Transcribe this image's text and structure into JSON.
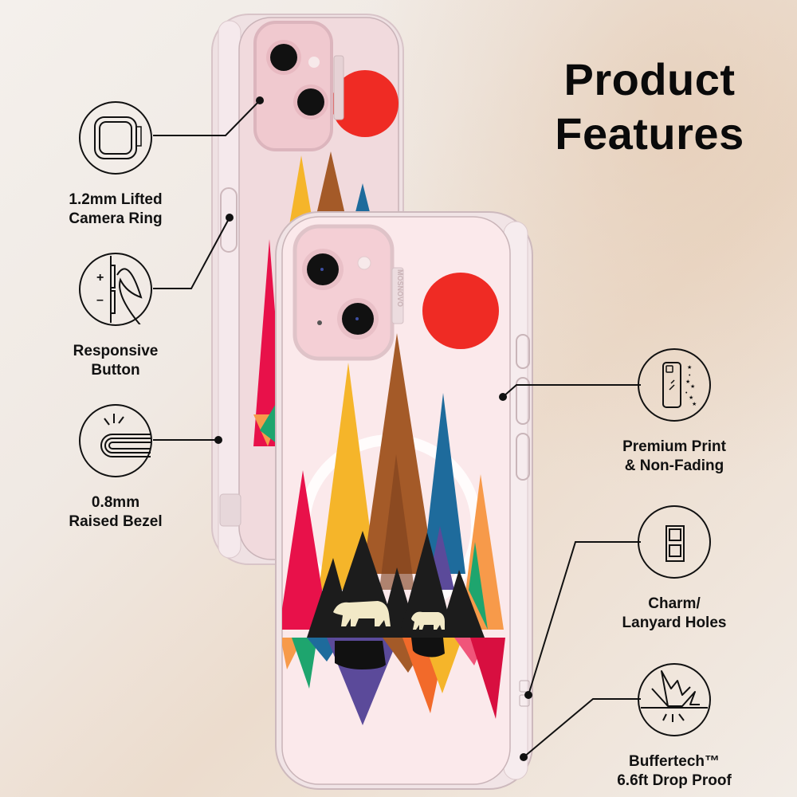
{
  "header": {
    "title_line1": "Product",
    "title_line2": "Features"
  },
  "brand": {
    "name": "MOSNOVO"
  },
  "features_left": [
    {
      "id": "camera-ring",
      "icon": "camera-ring-icon",
      "line1": "1.2mm Lifted",
      "line2": "Camera Ring"
    },
    {
      "id": "responsive-button",
      "icon": "responsive-button-icon",
      "line1": "Responsive",
      "line2": "Button"
    },
    {
      "id": "raised-bezel",
      "icon": "raised-bezel-icon",
      "line1": "0.8mm",
      "line2": "Raised Bezel"
    }
  ],
  "features_right": [
    {
      "id": "premium-print",
      "icon": "premium-print-icon",
      "line1": "Premium Print",
      "line2": "& Non-Fading"
    },
    {
      "id": "lanyard-holes",
      "icon": "lanyard-holes-icon",
      "line1": "Charm/",
      "line2": "Lanyard Holes"
    },
    {
      "id": "drop-proof",
      "icon": "drop-proof-icon",
      "line1": "Buffertech™",
      "line2": "6.6ft Drop Proof"
    }
  ],
  "colors": {
    "case_pink": "#f3dde0",
    "sun_red": "#ef2b24",
    "mountain_yellow": "#f5b52a",
    "mountain_brown": "#a45a28",
    "mountain_blue": "#1e6b9c",
    "mountain_red": "#e8114a",
    "mountain_orange": "#f79a4a",
    "mountain_black": "#1c1c1c",
    "mountain_purple": "#5b4a9a",
    "mountain_green": "#1ea56e",
    "bear_cream": "#f2e9c7"
  }
}
